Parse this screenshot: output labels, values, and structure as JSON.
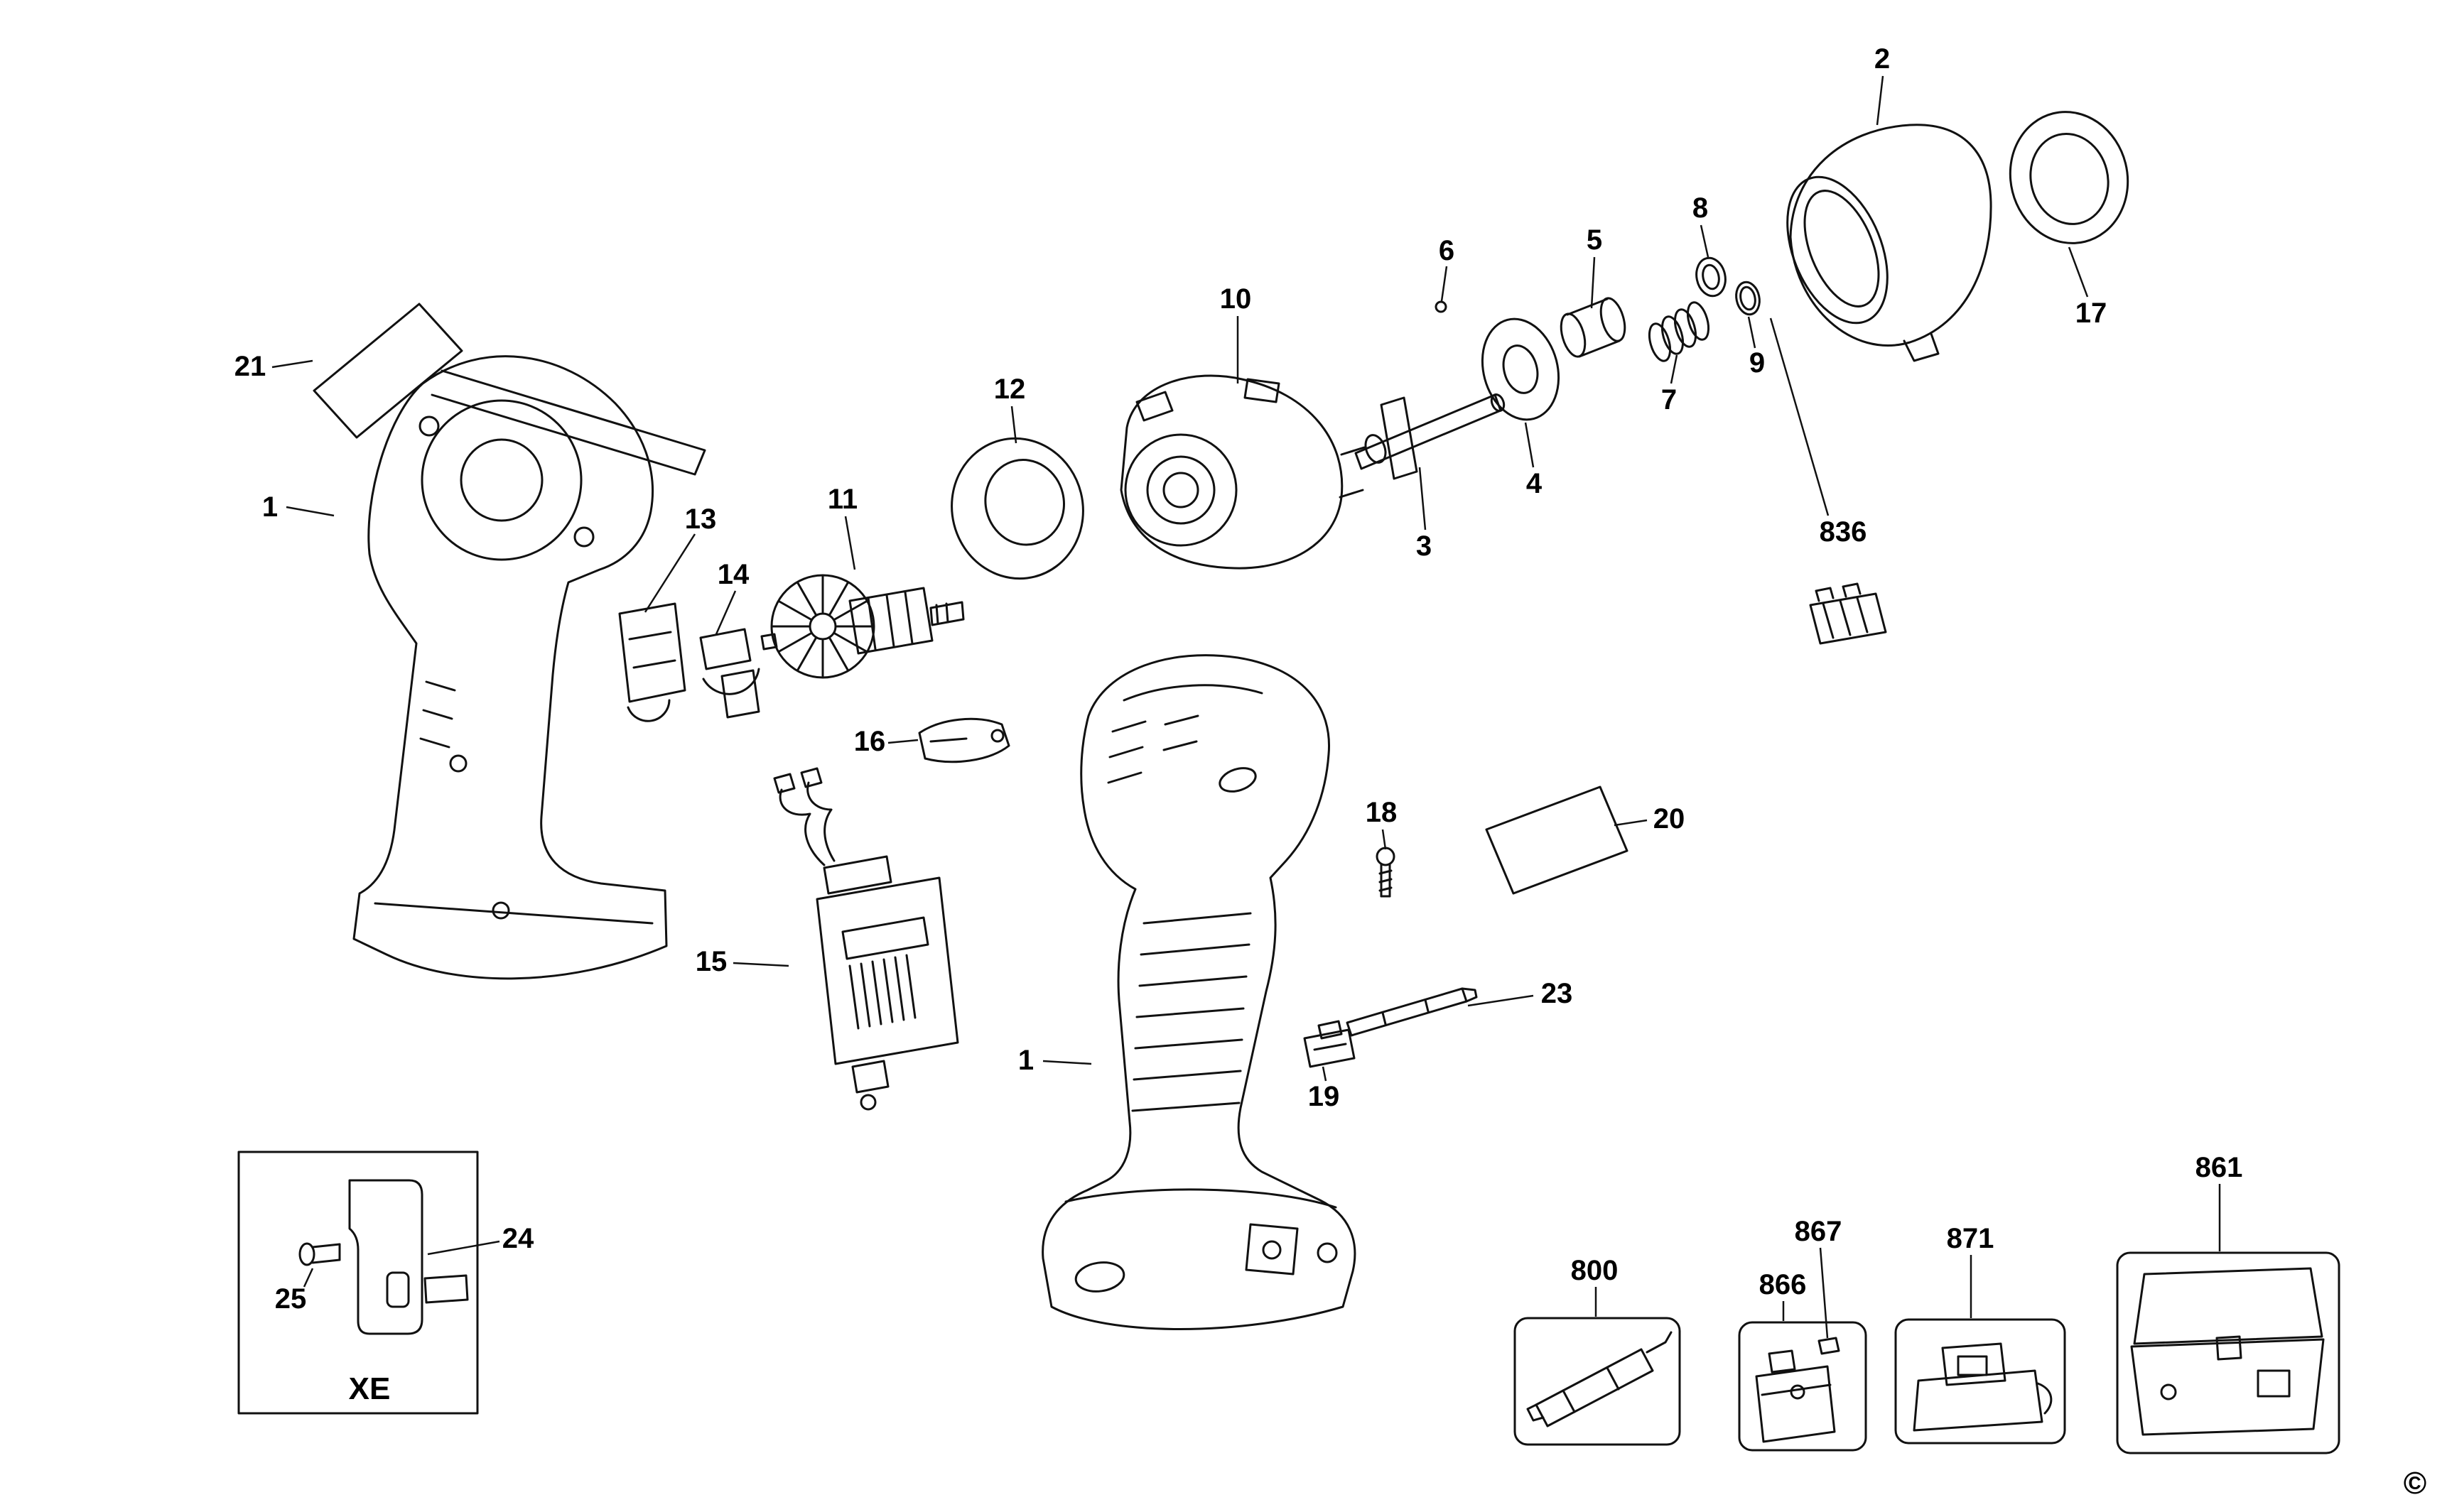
{
  "page": {
    "background": "#ffffff",
    "ink": "#111111"
  },
  "labels": {
    "l1a": {
      "text": "1"
    },
    "l1b": {
      "text": "1"
    },
    "l2": {
      "text": "2"
    },
    "l3": {
      "text": "3"
    },
    "l4": {
      "text": "4"
    },
    "l5": {
      "text": "5"
    },
    "l6": {
      "text": "6"
    },
    "l7": {
      "text": "7"
    },
    "l8": {
      "text": "8"
    },
    "l9": {
      "text": "9"
    },
    "l10": {
      "text": "10"
    },
    "l11": {
      "text": "11"
    },
    "l12": {
      "text": "12"
    },
    "l13": {
      "text": "13"
    },
    "l14": {
      "text": "14"
    },
    "l15": {
      "text": "15"
    },
    "l16": {
      "text": "16"
    },
    "l17": {
      "text": "17"
    },
    "l18": {
      "text": "18"
    },
    "l19": {
      "text": "19"
    },
    "l20": {
      "text": "20"
    },
    "l21": {
      "text": "21"
    },
    "l23": {
      "text": "23"
    },
    "l24": {
      "text": "24"
    },
    "l25": {
      "text": "25"
    },
    "l800": {
      "text": "800"
    },
    "l836": {
      "text": "836"
    },
    "l861": {
      "text": "861"
    },
    "l866": {
      "text": "866"
    },
    "l867": {
      "text": "867"
    },
    "l871": {
      "text": "871"
    }
  },
  "inset": {
    "label": "XE"
  },
  "copyright": "©"
}
